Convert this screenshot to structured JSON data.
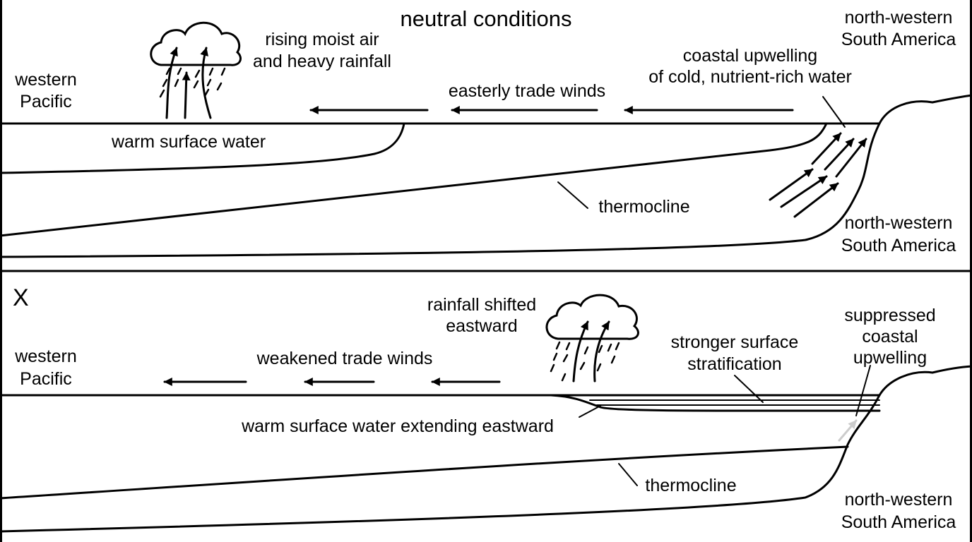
{
  "panel_top": {
    "title": "neutral conditions",
    "label_west": [
      "western",
      "Pacific"
    ],
    "label_east_top": [
      "north-western",
      "South America"
    ],
    "label_east_bottom": [
      "north-western",
      "South America"
    ],
    "label_cloud": [
      "rising moist air",
      "and heavy rainfall"
    ],
    "label_winds": "easterly trade winds",
    "label_upwelling": [
      "coastal upwelling",
      "of cold, nutrient-rich water"
    ],
    "label_warm": "warm surface water",
    "label_thermocline": "thermocline"
  },
  "panel_bottom": {
    "letter": "X",
    "label_west": [
      "western",
      "Pacific"
    ],
    "label_east": [
      "north-western",
      "South America"
    ],
    "label_cloud": [
      "rainfall shifted",
      "eastward"
    ],
    "label_winds": "weakened trade winds",
    "label_stratification": [
      "stronger surface",
      "stratification"
    ],
    "label_suppressed": [
      "suppressed",
      "coastal",
      "upwelling"
    ],
    "label_warm": "warm surface water extending eastward",
    "label_thermocline": "thermocline"
  },
  "colors": {
    "line": "#000000",
    "background": "#ffffff",
    "suppressed_arrow": "#cccccc"
  }
}
